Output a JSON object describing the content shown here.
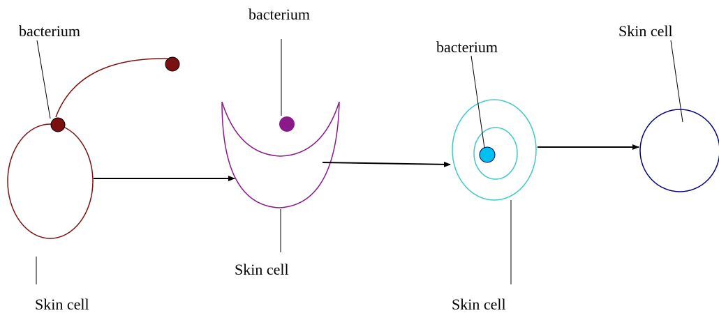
{
  "labels": {
    "stage1_bacterium": "bacterium",
    "stage1_skin_cell": "Skin cell",
    "stage2_bacterium": "bacterium",
    "stage2_skin_cell": "Skin cell",
    "stage3_bacterium": "bacterium",
    "stage3_skin_cell": "Skin cell",
    "stage4_skin_cell": "Skin cell"
  },
  "colors": {
    "stage1": "#7b1010",
    "stage2": "#8a1a8a",
    "stage3_rings": "#40c8c8",
    "stage3_bacterium": "#00c0f0",
    "stage4": "#000080",
    "line": "#000000"
  }
}
